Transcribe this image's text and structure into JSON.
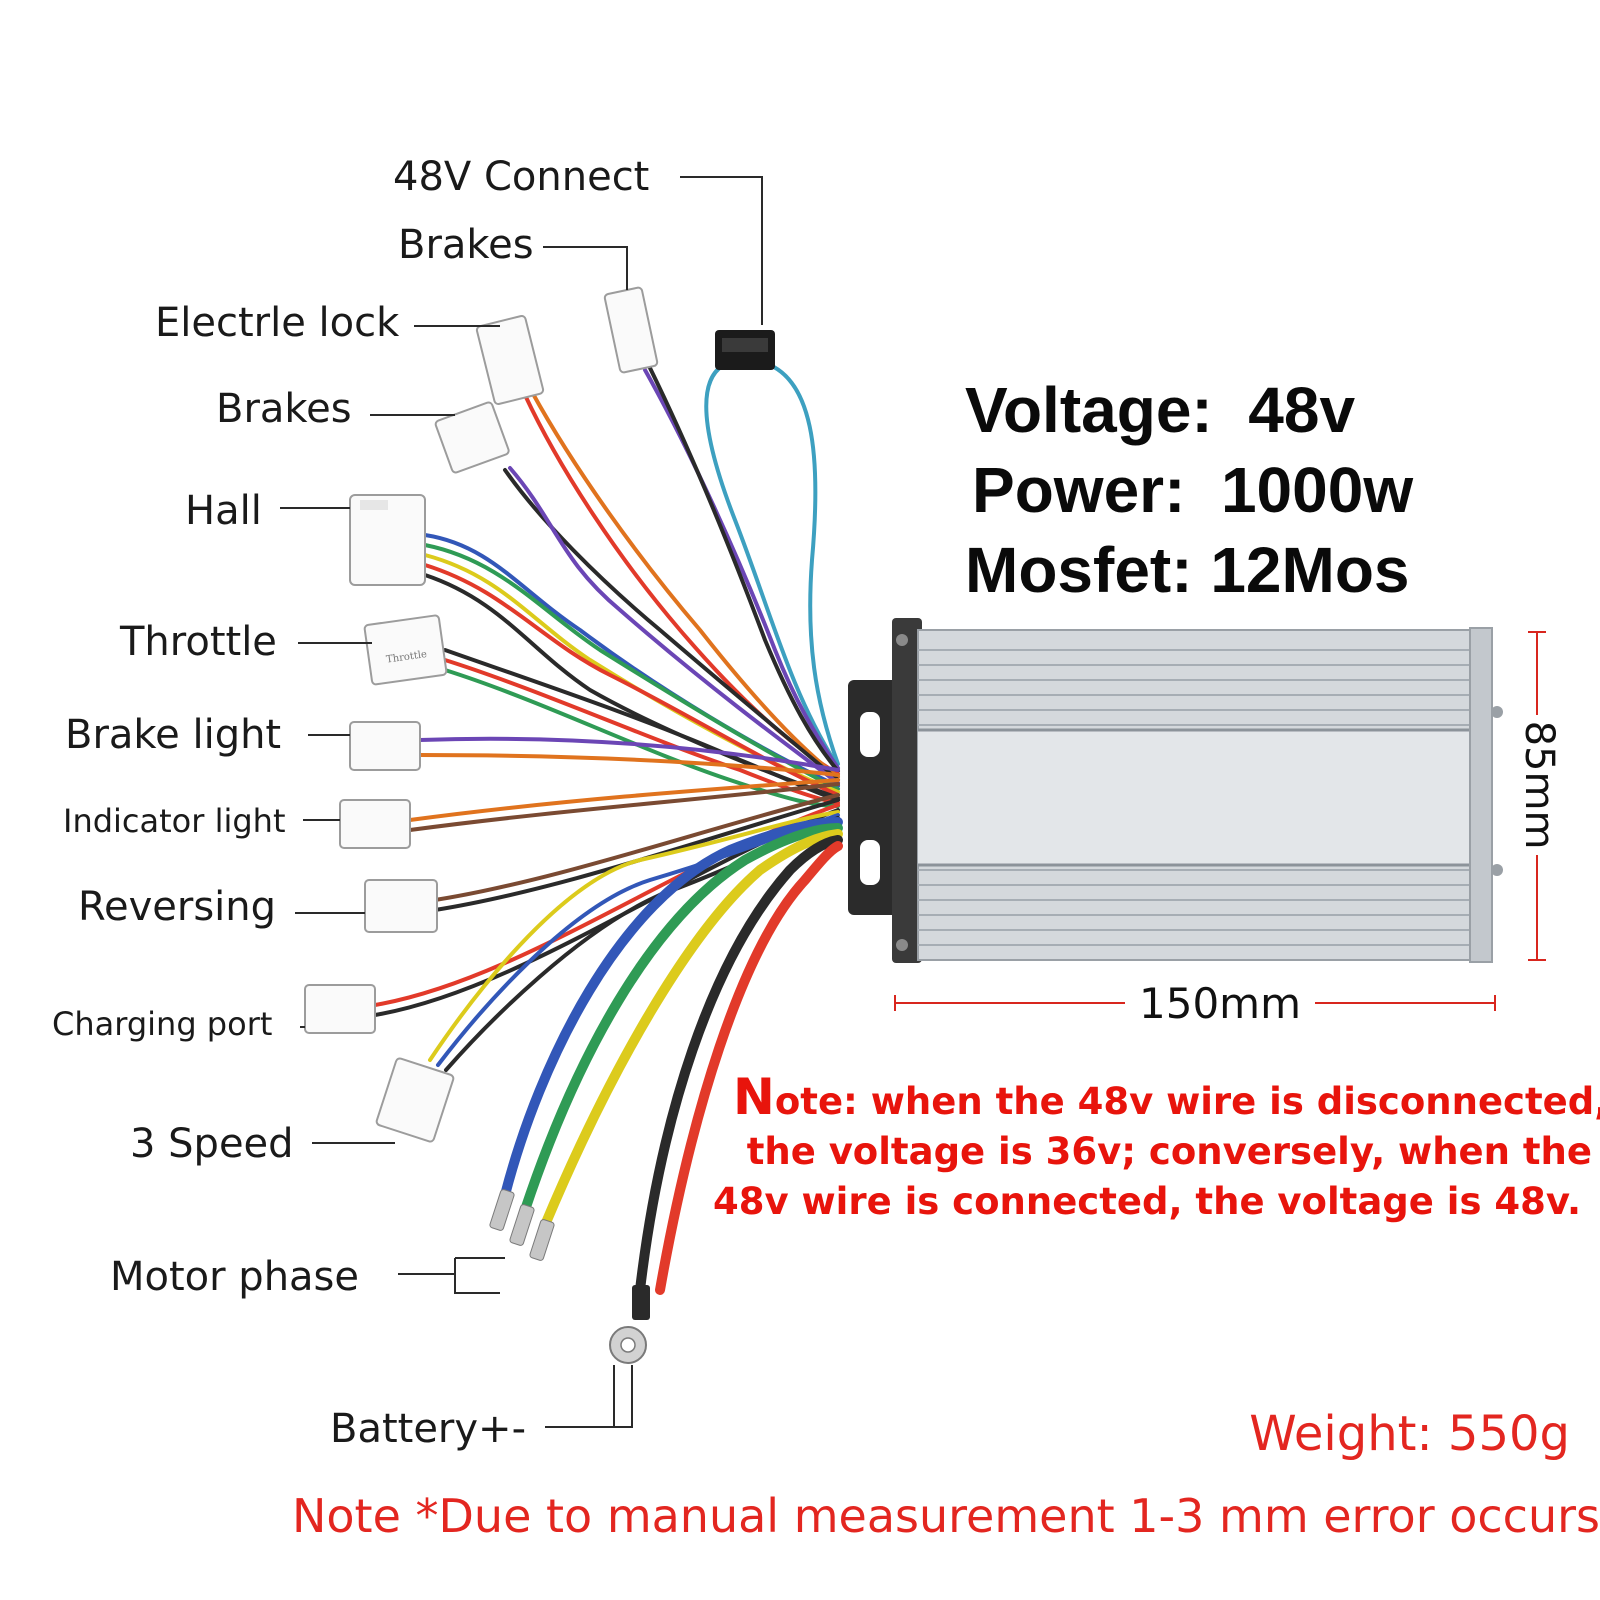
{
  "labels": {
    "connect48": "48V Connect",
    "brakes_top": "Brakes",
    "electric_lock": "Electrle lock",
    "brakes": "Brakes",
    "hall": "Hall",
    "throttle": "Throttle",
    "brake_light": "Brake light",
    "indicator_light": "Indicator light",
    "reversing": "Reversing",
    "charging_port": "Charging port",
    "speed3": "3 Speed",
    "motor_phase": "Motor phase",
    "battery": "Battery+-"
  },
  "specs": {
    "voltage": "Voltage:  48v",
    "power": "Power:  1000w",
    "mosfet": "Mosfet: 12Mos"
  },
  "dimensions": {
    "height": "85mm",
    "width": "150mm"
  },
  "note": {
    "first_letter": "N",
    "line1_rest": "ote: when the 48v wire is disconnected,",
    "line2": "the voltage is 36v; conversely, when the",
    "line3": "48v wire is connected, the voltage is 48v."
  },
  "weight": "Weight: 550g",
  "footnote": "Note *Due to manual measurement 1-3 mm error occurs",
  "connector_tags": {
    "throttle": "Throttle"
  },
  "colors": {
    "note_red": "#e8140c",
    "dimension_red": "#d8261e",
    "housing": "#d4d8dc",
    "wire_red": "#e23a2a",
    "wire_black": "#2a2a2a",
    "wire_yellow": "#dccb1c",
    "wire_green": "#2f9b55",
    "wire_blue": "#3257b8",
    "wire_purple": "#6b46b5",
    "wire_orange": "#e0731e",
    "wire_brown": "#7a4a32",
    "wire_teal": "#3da0c0"
  }
}
